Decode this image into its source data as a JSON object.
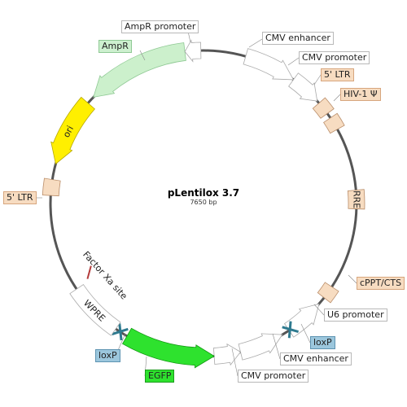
{
  "plasmid": {
    "name": "pLentilox 3.7",
    "length": "7650 bp"
  },
  "features": [
    {
      "key": "cmv-enhancer-1",
      "type": "arrow-cw",
      "color": "#ffffff"
    },
    {
      "key": "cmv-promoter-1",
      "type": "arrow-cw",
      "color": "#ffffff"
    },
    {
      "key": "5-ltr-1",
      "type": "box",
      "color": "#f7dcc1"
    },
    {
      "key": "hiv-1-psi",
      "type": "box",
      "color": "#f7dcc1"
    },
    {
      "key": "rre",
      "type": "box",
      "color": "#f7dcc1"
    },
    {
      "key": "cppt-cts",
      "type": "box",
      "color": "#f7dcc1"
    },
    {
      "key": "u6-promoter",
      "type": "arrow-ccw",
      "color": "#ffffff"
    },
    {
      "key": "loxp-1",
      "type": "site",
      "color": "#2e7a8f"
    },
    {
      "key": "cmv-enhancer-2",
      "type": "arrow-ccw",
      "color": "#ffffff"
    },
    {
      "key": "cmv-promoter-2",
      "type": "arrow-ccw",
      "color": "#ffffff"
    },
    {
      "key": "egfp",
      "type": "arrow-ccw",
      "color": "#2ee22e"
    },
    {
      "key": "loxp-2",
      "type": "site",
      "color": "#2e7a8f"
    },
    {
      "key": "wpre",
      "type": "box",
      "color": "#ffffff"
    },
    {
      "key": "factor-xa-site",
      "type": "site",
      "color": "#b33a3a"
    },
    {
      "key": "5-ltr-2",
      "type": "box",
      "color": "#f7dcc1"
    },
    {
      "key": "ori",
      "type": "arrow-ccw",
      "color": "#ffef00"
    },
    {
      "key": "ampr",
      "type": "arrow-ccw",
      "color": "#ccf0cc"
    },
    {
      "key": "ampr-promoter",
      "type": "arrow-ccw",
      "color": "#ffffff"
    }
  ],
  "labels": {
    "ampr_promoter": "AmpR promoter",
    "ampr": "AmpR",
    "cmv_enhancer_1": "CMV enhancer",
    "cmv_promoter_1": "CMV promoter",
    "ltr_right": "5' LTR",
    "hiv_psi": "HIV-1 Ψ",
    "rre": "RRE",
    "cppt": "cPPT/CTS",
    "u6_promoter": "U6 promoter",
    "loxp_1": "loxP",
    "cmv_enhancer_2": "CMV enhancer",
    "cmv_promoter_2": "CMV promoter",
    "egfp": "EGFP",
    "loxp_2": "loxP",
    "wpre": "WPRE",
    "factor_xa": "Factor Xa site",
    "ltr_left": "5' LTR",
    "ori": "ori"
  }
}
